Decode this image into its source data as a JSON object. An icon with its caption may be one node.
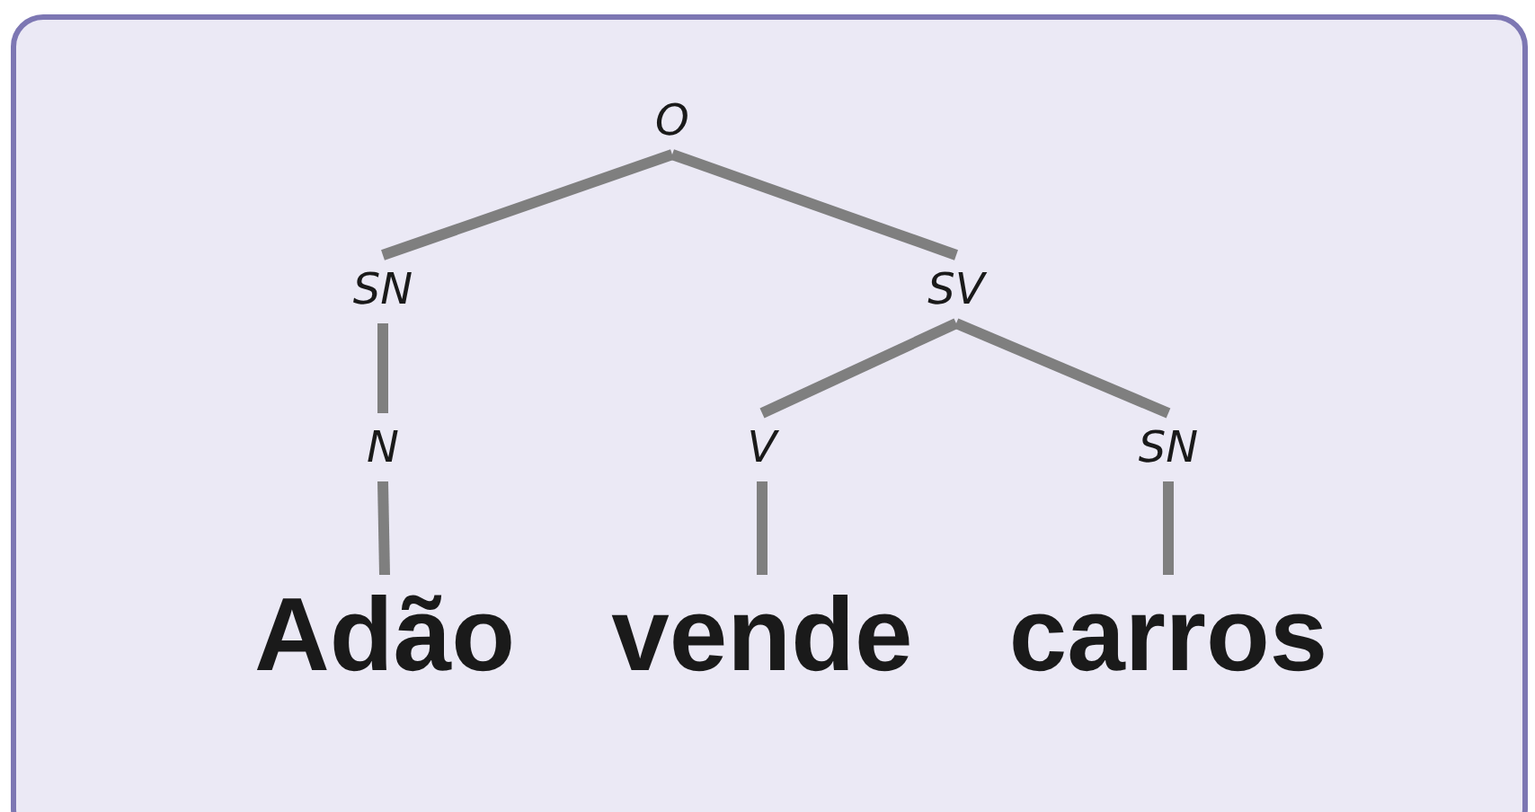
{
  "diagram": {
    "nodes": [
      {
        "text": [
          "O"
        ]
      },
      {
        "text": [
          "SN"
        ]
      },
      {
        "text": [
          "SV"
        ]
      },
      {
        "text": [
          "N"
        ]
      },
      {
        "text": [
          "V"
        ]
      },
      {
        "text": [
          "SN"
        ]
      },
      {
        "text": [
          "Adão"
        ]
      },
      {
        "text": [
          "vende"
        ]
      },
      {
        "text": [
          "carros"
        ]
      }
    ],
    "edges": [
      {
        "from": 0,
        "to": 1,
        "arrow": "none"
      },
      {
        "from": 0,
        "to": 2,
        "arrow": "none"
      },
      {
        "from": 1,
        "to": 3,
        "arrow": "none"
      },
      {
        "from": 3,
        "to": 6,
        "arrow": "none"
      },
      {
        "from": 2,
        "to": 4,
        "arrow": "none"
      },
      {
        "from": 2,
        "to": 5,
        "arrow": "none"
      },
      {
        "from": 4,
        "to": 7,
        "arrow": "none"
      },
      {
        "from": 5,
        "to": 8,
        "arrow": "none"
      }
    ]
  }
}
